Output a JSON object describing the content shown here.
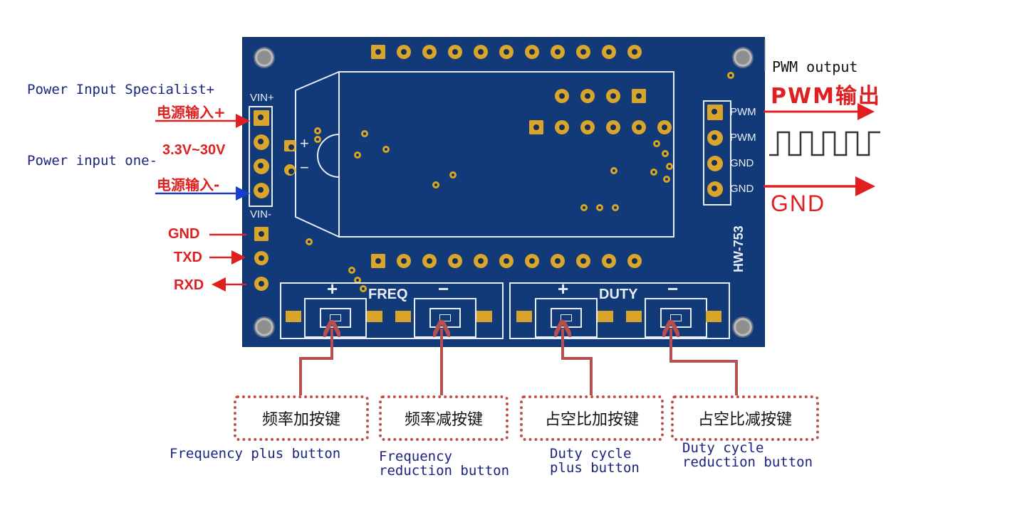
{
  "left_labels": {
    "vin_plus_en": "Power Input Specialist+",
    "vin_plus_cn": "电源输入+",
    "voltage_range": "3.3V~30V",
    "vin_minus_en": "Power input one-",
    "vin_minus_cn": "电源输入-",
    "gnd": "GND",
    "txd": "TXD",
    "rxd": "RXD"
  },
  "right_labels": {
    "pwm_output_en": "PWM output",
    "pwm_output_cn": "PWM输出",
    "gnd": "GND"
  },
  "pcb": {
    "vin_plus": "VIN+",
    "vin_minus": "VIN-",
    "plus": "+",
    "minus": "−",
    "model": "HW-753",
    "header_pins": [
      "PWM",
      "PWM",
      "GND",
      "GND"
    ],
    "freq_label": "FREQ",
    "duty_label": "DUTY",
    "btn_plus": "+",
    "btn_minus": "−"
  },
  "buttons": [
    {
      "cn": "频率加按键",
      "en": "Frequency plus button"
    },
    {
      "cn": "频率减按键",
      "en": "Frequency reduction button"
    },
    {
      "cn": "占空比加按键",
      "en": "Duty cycle plus button"
    },
    {
      "cn": "占空比减按键",
      "en": "Duty cycle reduction button"
    }
  ],
  "colors": {
    "pcb": "#123a78",
    "pad": "#d9a52b",
    "arrow_red": "#e02020",
    "arrow_blue": "#1a3fd0",
    "callout": "#c0504d"
  }
}
